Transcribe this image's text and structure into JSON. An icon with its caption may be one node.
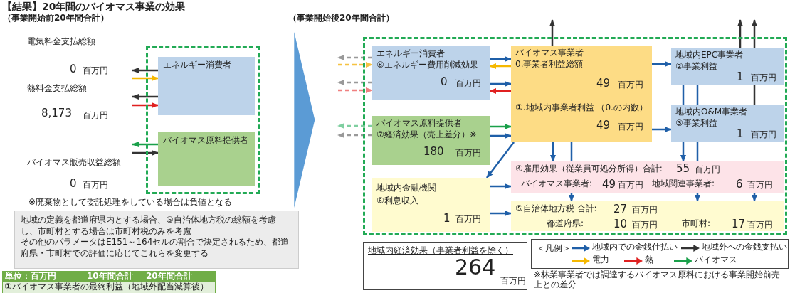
{
  "diagram": {
    "title": "【結果】20年間のバイオマス事業の効果",
    "nodes": [
      {
        "text": [],
        "shape": "box"
      },
      {
        "text": [
          "エネルギー消費者"
        ],
        "in": 0
      },
      {
        "text": [
          "バイオマス原料提供者"
        ],
        "in": 0
      },
      {
        "text": [],
        "shape": "box"
      },
      {
        "text": [
          "エネルギー消費者",
          "⑧エネルギー費用削減効果",
          "0",
          "百万円"
        ],
        "in": 3
      },
      {
        "text": [
          "バイオマス原料提供者",
          "⑦経済効果（売上差分）※",
          "180",
          "百万円"
        ],
        "in": 3
      },
      {
        "text": [
          "地域内金融機関",
          "⑥利息収入",
          "1",
          "百万円"
        ],
        "in": 3
      },
      {
        "text": [
          "バイオマス事業者",
          "0.事業者利益総額",
          "49",
          "百万円",
          "①.地域内事業者利益 （0.の内数）",
          "49",
          "百万円"
        ],
        "in": 3
      },
      {
        "text": [
          "地域内EPC事業者",
          "②事業利益",
          "1",
          "百万円"
        ],
        "in": 3
      },
      {
        "text": [
          "地域内O&M事業者",
          "③事業利益",
          "1",
          "百万円"
        ],
        "in": 3
      },
      {
        "text": [
          "④雇用効果（従業員可処分所得）合計:",
          "55",
          "百万円",
          "バイオマス事業者:",
          "49",
          "百万円",
          "地域関連事業者:",
          "6",
          "百万円"
        ],
        "in": 3
      },
      {
        "text": [
          "⑤自治体地方税 合計:",
          "27",
          "百万円",
          "都道府県:",
          "10",
          "百万円",
          "市町村:",
          "17",
          "百万円"
        ],
        "in": 3
      },
      {
        "text": [
          "地域内経済効果（事業者利益を除く）",
          "264",
          "百万円"
        ]
      },
      {
        "text": [
          "地域の定義を都道府県内とする場合、⑤自治体地方税の総額を考慮し、市町村とする場合は市町村税のみを考慮",
          "その他のパラメータはE151～164セルの割合で決定されるため、都道府県・市町村での評価に応じてこれらを変更する"
        ]
      }
    ],
    "edges": [
      {
        "from": 1,
        "to": null,
        "arrow": "to",
        "color": "#333333"
      },
      {
        "from": null,
        "to": 1,
        "arrow": "to",
        "color": "#f5b800"
      },
      {
        "from": 1,
        "to": null,
        "arrow": "to",
        "color": "#333333"
      },
      {
        "from": null,
        "to": 1,
        "arrow": "to",
        "color": "#e02020"
      },
      {
        "from": 2,
        "to": null,
        "arrow": "to",
        "color": "#1aa04a"
      },
      {
        "from": null,
        "to": 2,
        "arrow": "to",
        "color": "#333333"
      },
      {
        "from": 0,
        "to": 3,
        "arrow": "to",
        "style": "thick",
        "color": "#5b9bd5"
      },
      {
        "from": 4,
        "to": null,
        "arrow": "to",
        "style": "dashed",
        "color": "#999999"
      },
      {
        "from": null,
        "to": 4,
        "arrow": "to",
        "style": "dashed",
        "color": "#f5c242"
      },
      {
        "from": 4,
        "to": null,
        "arrow": "to",
        "style": "dashed",
        "color": "#999999"
      },
      {
        "from": null,
        "to": 4,
        "arrow": "to",
        "style": "dashed",
        "color": "#f08080"
      },
      {
        "from": 5,
        "to": null,
        "arrow": "to",
        "style": "dashed",
        "color": "#7fcfa0"
      },
      {
        "from": 5,
        "to": null,
        "arrow": "to",
        "style": "dashed",
        "color": "#999999"
      },
      {
        "from": 4,
        "to": 7,
        "arrow": "to"
      },
      {
        "from": 7,
        "to": 4,
        "arrow": "to",
        "color": "#f5b800"
      },
      {
        "from": 4,
        "to": 7,
        "arrow": "to"
      },
      {
        "from": 7,
        "to": 4,
        "arrow": "to",
        "color": "#e02020"
      },
      {
        "from": 5,
        "to": 7,
        "arrow": "to",
        "color": "#1aa04a"
      },
      {
        "from": 5,
        "to": 7,
        "arrow": "to"
      },
      {
        "from": 7,
        "to": 6,
        "arrow": "to"
      },
      {
        "from": 6,
        "to": 10,
        "arrow": "to"
      },
      {
        "from": 6,
        "to": 11,
        "arrow": "to"
      },
      {
        "from": 7,
        "to": 8,
        "arrow": "to"
      },
      {
        "from": 7,
        "to": 9,
        "arrow": "to"
      },
      {
        "from": 7,
        "to": null,
        "arrow": "to",
        "color": "#333333"
      },
      {
        "from": 8,
        "to": null,
        "arrow": "to",
        "color": "#333333"
      },
      {
        "from": 8,
        "to": null,
        "arrow": "to",
        "color": "#333333"
      },
      {
        "from": 8,
        "to": 9,
        "arrow": "none"
      },
      {
        "from": 8,
        "to": 9,
        "arrow": "none"
      },
      {
        "from": 9,
        "to": 8,
        "arrow": "none",
        "color": "#333333"
      },
      {
        "from": 7,
        "to": 10,
        "arrow": "to"
      },
      {
        "from": 7,
        "to": 10,
        "arrow": "none"
      },
      {
        "from": 9,
        "to": 10,
        "arrow": "to"
      },
      {
        "from": 9,
        "to": 10,
        "arrow": "none"
      },
      {
        "from": 10,
        "to": 11,
        "arrow": "to"
      },
      {
        "from": 10,
        "to": 11,
        "arrow": "to"
      },
      {
        "from": 10,
        "to": 11,
        "arrow": "to"
      }
    ],
    "labels": [
      "（事業開始前20年間合計）",
      "（事業開始後20年間合計）",
      "電気料金支払総額",
      "0",
      "百万円",
      "熱料金支払総額",
      "8,173",
      "百万円",
      "バイオマス販売収益総額",
      "0",
      "百万円",
      "※廃棄物として委託処理をしている場合は負値となる",
      "単位：百万円",
      "10年間合計",
      "20年間合計",
      "①バイオマス事業者の最終利益（地域外配当減算後）",
      "＜凡例＞",
      "※林業事業者では調達するバイオマス原料における事業開始前売上との差分"
    ],
    "legend": [
      {
        "text": "地域内での金銭仕払い"
      },
      {
        "text": "地域外への金銭支払い"
      },
      {
        "text": "電力"
      },
      {
        "text": "熱"
      },
      {
        "text": "バイオマス"
      }
    ]
  }
}
